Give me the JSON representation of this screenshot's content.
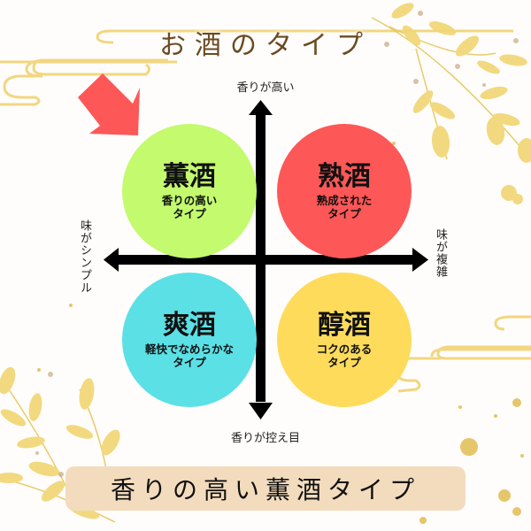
{
  "title": "お酒のタイプ",
  "axes": {
    "top": "香りが高い",
    "bottom": "香りが控え目",
    "left": "味がシンプル",
    "right": "味が複雑"
  },
  "quadrants": [
    {
      "position": "top-left",
      "name": "薫酒",
      "desc_line1": "香りの高い",
      "desc_line2": "タイプ",
      "color": "#c3fa6e"
    },
    {
      "position": "top-right",
      "name": "熟酒",
      "desc_line1": "熟成された",
      "desc_line2": "タイプ",
      "color": "#fe5757"
    },
    {
      "position": "bottom-left",
      "name": "爽酒",
      "desc_line1": "軽快でなめらかな",
      "desc_line2": "タイプ",
      "color": "#5be0e6"
    },
    {
      "position": "bottom-right",
      "name": "醇酒",
      "desc_line1": "コクのある",
      "desc_line2": "タイプ",
      "color": "#fedb5b"
    }
  ],
  "highlight_arrow": {
    "target": "薫酒",
    "color": "#fe5757"
  },
  "banner": {
    "text": "香りの高い薫酒タイプ",
    "background": "#f3dcbd"
  },
  "colors": {
    "title": "#6b4a22",
    "gold": "#f0d57a",
    "axis": "#000000"
  }
}
